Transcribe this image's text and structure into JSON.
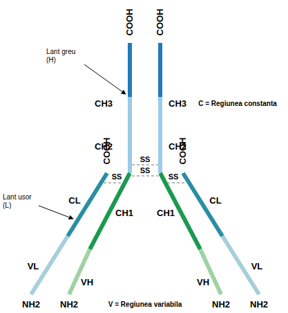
{
  "diagram": {
    "labels": [
      "COOH",
      "COOH",
      "CH3",
      "CH3",
      "Lant greu (H)",
      "C = Regiunea constanta",
      "CH2",
      "CH2",
      "SS",
      "SS",
      "COOH",
      "COOH",
      "SS",
      "SS",
      "CL",
      "CL",
      "Lant usor (L)",
      "CH1",
      "CH1",
      "VL",
      "VL",
      "VH",
      "VH",
      "NH2",
      "NH2",
      "NH2",
      "NH2",
      "V = Regiunea variabila"
    ]
  }
}
